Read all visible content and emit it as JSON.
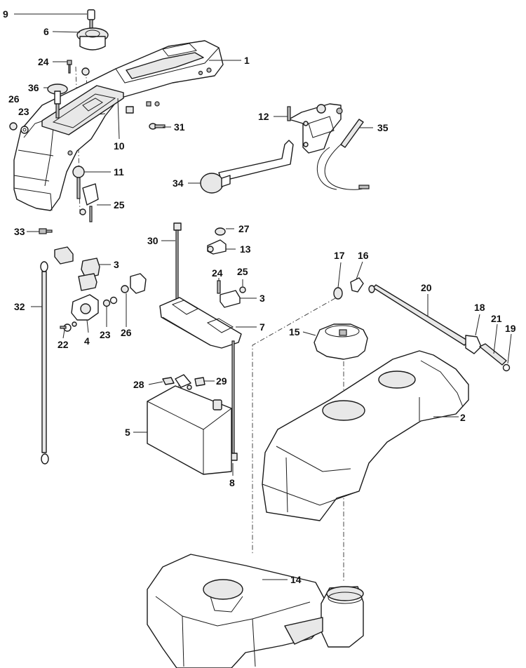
{
  "callouts": {
    "c1": "1",
    "c2": "2",
    "c3a": "3",
    "c3b": "3",
    "c4": "4",
    "c5": "5",
    "c6": "6",
    "c7": "7",
    "c8": "8",
    "c9": "9",
    "c10": "10",
    "c11": "11",
    "c12": "12",
    "c13": "13",
    "c14": "14",
    "c15": "15",
    "c16": "16",
    "c17": "17",
    "c18": "18",
    "c19": "19",
    "c20": "20",
    "c21": "21",
    "c22": "22",
    "c23a": "23",
    "c23b": "23",
    "c24a": "24",
    "c24b": "24",
    "c25a": "25",
    "c25b": "25",
    "c26a": "26",
    "c26b": "26",
    "c27": "27",
    "c28": "28",
    "c29": "29",
    "c30": "30",
    "c31": "31",
    "c32": "32",
    "c33": "33",
    "c34": "34",
    "c35": "35",
    "c36": "36"
  }
}
